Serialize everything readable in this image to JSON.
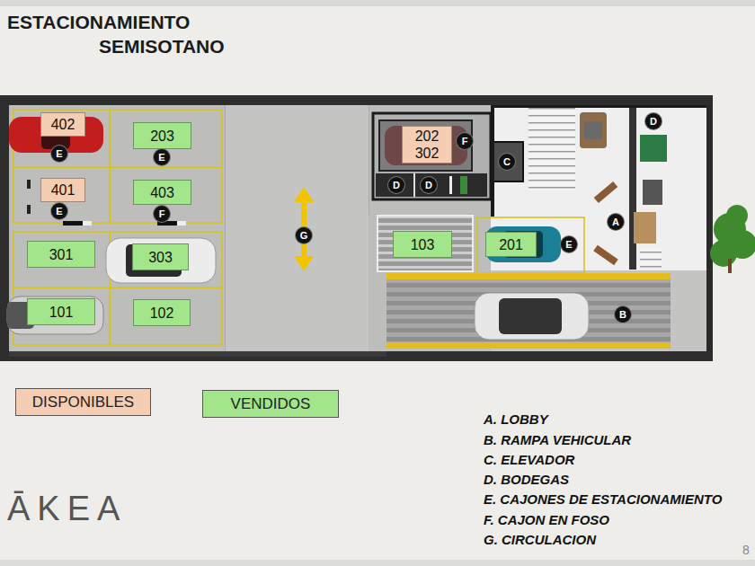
{
  "diagram": {
    "title": "ESTACIONAMIENTO SEMISOTANO",
    "nodes": [
      {
        "text": [
          "402"
        ]
      },
      {
        "text": [
          "203"
        ]
      },
      {
        "text": [
          "202",
          "302"
        ]
      },
      {
        "text": [
          "D"
        ]
      },
      {
        "text": [
          "E"
        ]
      },
      {
        "text": [
          "E"
        ]
      },
      {
        "text": [
          "F"
        ]
      },
      {
        "text": [
          "C"
        ]
      },
      {
        "text": [
          "401"
        ]
      },
      {
        "text": [
          "403"
        ]
      },
      {
        "text": [
          "D"
        ]
      },
      {
        "text": [
          "D"
        ]
      },
      {
        "text": [
          "E"
        ]
      },
      {
        "text": [
          "F"
        ]
      },
      {
        "text": [
          "A"
        ]
      },
      {
        "text": [
          "G"
        ]
      },
      {
        "text": [
          "301"
        ]
      },
      {
        "text": [
          "303"
        ]
      },
      {
        "text": [
          "103"
        ]
      },
      {
        "text": [
          "201"
        ]
      },
      {
        "text": [
          "E"
        ]
      },
      {
        "text": [
          "101"
        ]
      },
      {
        "text": [
          "102"
        ]
      },
      {
        "text": [
          "B"
        ]
      }
    ],
    "labels": [
      "ĀKEA",
      "A. LOBBY",
      "B. RAMPA VEHICULAR",
      "C. ELEVADOR",
      "D. BODEGAS",
      "E. CAJONES DE ESTACIONAMIENTO",
      "F. CAJON EN FOSO",
      "G. CIRCULACION",
      "8"
    ],
    "legend": [
      {
        "text": "DISPONIBLES",
        "color": "#f4cdb3"
      },
      {
        "text": "VENDIDOS",
        "color": "#a3e58a"
      }
    ]
  }
}
